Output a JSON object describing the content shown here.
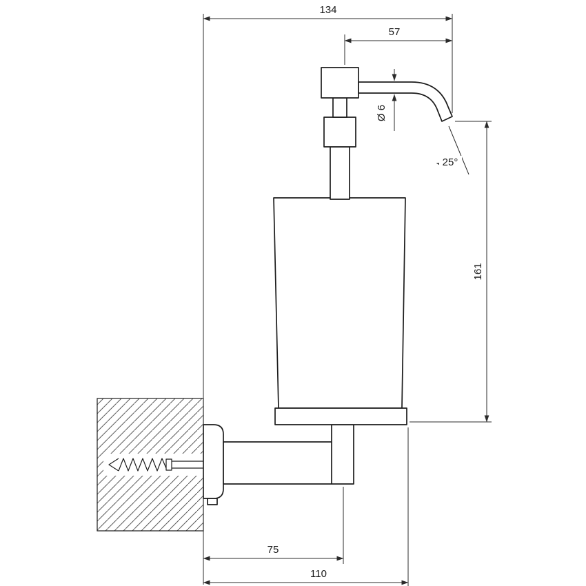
{
  "page": {
    "background": "#ffffff",
    "line_color": "#1c1c1c",
    "dimension_color": "#2b2b2b"
  },
  "drawing": {
    "subject": "wall-mounted-soap-dispenser-side-elevation",
    "dimensions": {
      "overall_projection": "134",
      "spout_offset": "57",
      "spout_diameter": "Ø 6",
      "spout_angle": "25°",
      "overall_height": "161",
      "arm_center_depth": "75",
      "body_projection": "110"
    }
  }
}
